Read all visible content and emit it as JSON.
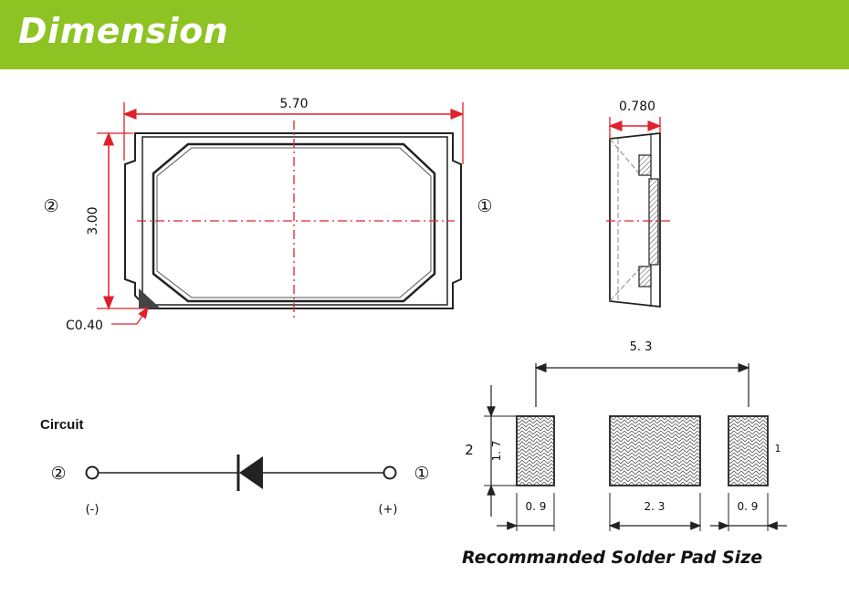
{
  "header": {
    "title": "Dimension",
    "color": "#8dc322"
  },
  "top_view": {
    "width_label": "5.70",
    "height_label": "3.00",
    "chamfer_label": "C0.40",
    "pin_left": "②",
    "pin_right": "①"
  },
  "side_view": {
    "thickness_label": "0.780"
  },
  "circuit": {
    "title": "Circuit",
    "pin_left": "②",
    "pin_right": "①",
    "polarity_left": "(-)",
    "polarity_right": "(+)"
  },
  "solder_pad": {
    "overall_width": "5. 3",
    "height_total": "2",
    "pad_height": "1. 7",
    "pad_left_width": "0. 9",
    "pad_middle_width": "2. 3",
    "pad_right_width": "0. 9",
    "pad_right_height": "1",
    "caption": "Recommanded Solder Pad Size"
  },
  "colors": {
    "dimension_red": "#e0202a",
    "line_dark": "#222222"
  }
}
